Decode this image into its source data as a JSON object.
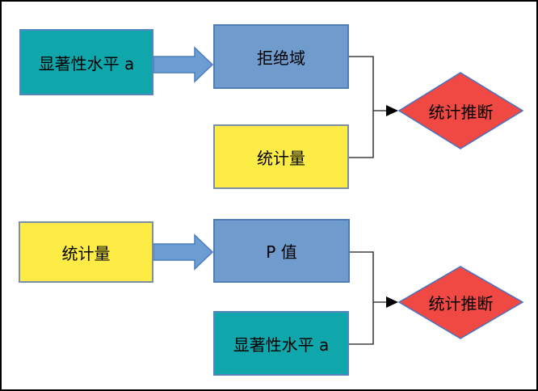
{
  "diagram": {
    "title": "hypothesis-testing-flow",
    "rows": [
      {
        "input": {
          "label": "显著性水平 a",
          "color": "#0FA7AB"
        },
        "primary": {
          "label": "拒绝域",
          "color": "#6F9BCD"
        },
        "secondary": {
          "label": "统计量",
          "color": "#FCEC45"
        },
        "result": {
          "label": "统计推断",
          "color": "#F04843"
        }
      },
      {
        "input": {
          "label": "统计量",
          "color": "#FCEC45"
        },
        "primary": {
          "label": "P 值",
          "color": "#6F9BCD"
        },
        "secondary": {
          "label": "显著性水平 a",
          "color": "#0FA7AB"
        },
        "result": {
          "label": "统计推断",
          "color": "#F04843"
        }
      }
    ],
    "colors": {
      "teal": "#0FA7AB",
      "blue": "#6F9BCD",
      "yellow": "#FCEC45",
      "red": "#F04843",
      "arrow_fill": "#6D9CD2",
      "shape_border": "#4472C4",
      "connector_line": "#404040",
      "arrowhead": "#000000",
      "frame_border": "#000000"
    }
  }
}
